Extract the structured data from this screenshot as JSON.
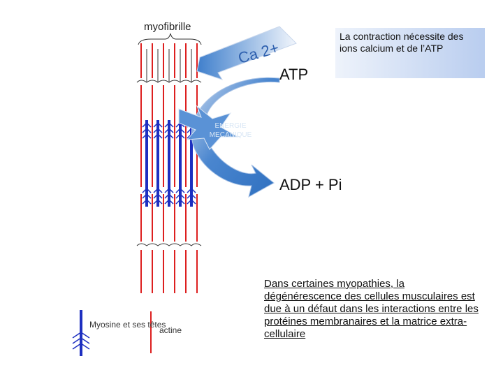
{
  "diagram": {
    "myofibrille_label": "myofibrille",
    "calcium_label": "Ca 2+",
    "atp_label": "ATP",
    "energie_label": "ENERGIE MECANIQUE",
    "adp_label": "ADP + Pi",
    "note_top": "La contraction nécessite des ions calcium et de l’ATP",
    "legend_myosine": "Myosine et ses têtes",
    "legend_actine": "actine",
    "note_bottom": "Dans certaines myopathies, la dégénérescence des cellules musculaires est due à un défaut dans les interactions entre les protéines membranaires et la matrice extra-cellulaire",
    "colors": {
      "actine": "#dd1f1f",
      "myosine": "#1d2fc0",
      "arrow_fill": "#3d7cc9",
      "arrow_light": "#dbe6f4",
      "note_bg_start": "#eef3fb",
      "note_bg_end": "#b9cdef"
    }
  }
}
